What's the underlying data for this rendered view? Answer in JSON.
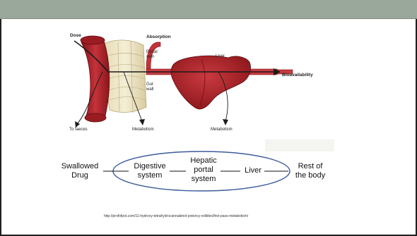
{
  "diagram": {
    "labels": {
      "dose": "Dose",
      "absorption": "Absorption",
      "portal_vein": "Portal\nvein",
      "liver": "Liver",
      "gut_wall": "Gut\nwall",
      "bioavailability": "Bioavailability",
      "to_faeces": "To faeces",
      "metabolism_gut": "Metabolism",
      "metabolism_liver": "Metabolism"
    },
    "colors": {
      "intestine": "#b5232b",
      "liver": "#a81e24",
      "gut_wall": "#ece4c4",
      "arrow": "#1b1b1b"
    }
  },
  "flow": {
    "swallowed_drug": "Swallowed\nDrug",
    "digestive_system": "Digestive\nsystem",
    "hepatic_portal_system": "Hepatic\nportal\nsystem",
    "liver": "Liver",
    "rest_of_body": "Rest of\nthe body",
    "ellipse_color": "#3c5a9a"
  },
  "caption": "http://profofpot.com/11-hydroxy-tetrahydrocannabinol-potency-edibles/first-pass-metabolism/"
}
